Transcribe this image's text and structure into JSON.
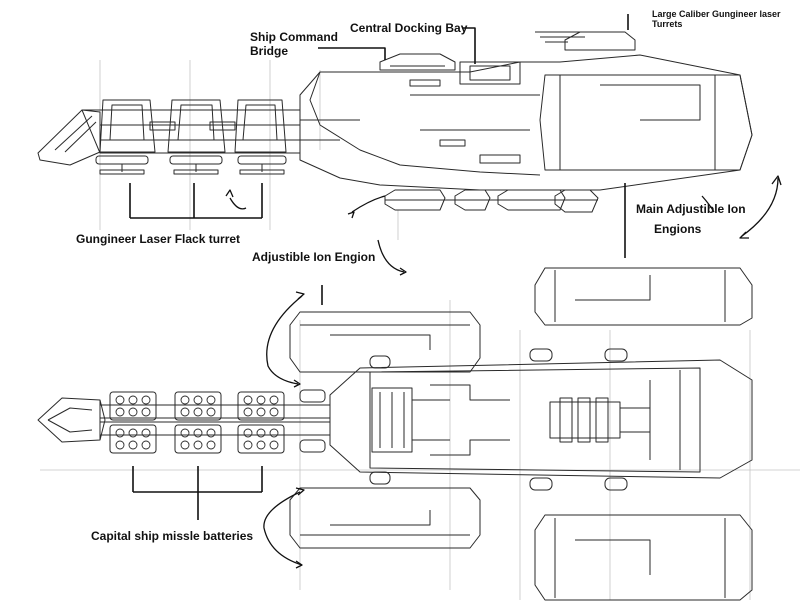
{
  "labels": {
    "bridge_line1": "Ship Command",
    "bridge_line2": "Bridge",
    "docking_bay": "Central Docking Bay",
    "laser_turrets_line1": "Large Caliber Gungineer laser",
    "laser_turrets_line2": "Turrets",
    "main_engines_line1": "Main Adjustible Ion",
    "main_engines_line2": "Engions",
    "flack_turret": "Gungineer Laser Flack turret",
    "adjustable_engine": "Adjustible Ion Engion",
    "missile_batteries": "Capital ship missle batteries"
  },
  "colors": {
    "ink": "#2a2a2a",
    "paper": "#ffffff",
    "guide": "#b8b8b8"
  }
}
